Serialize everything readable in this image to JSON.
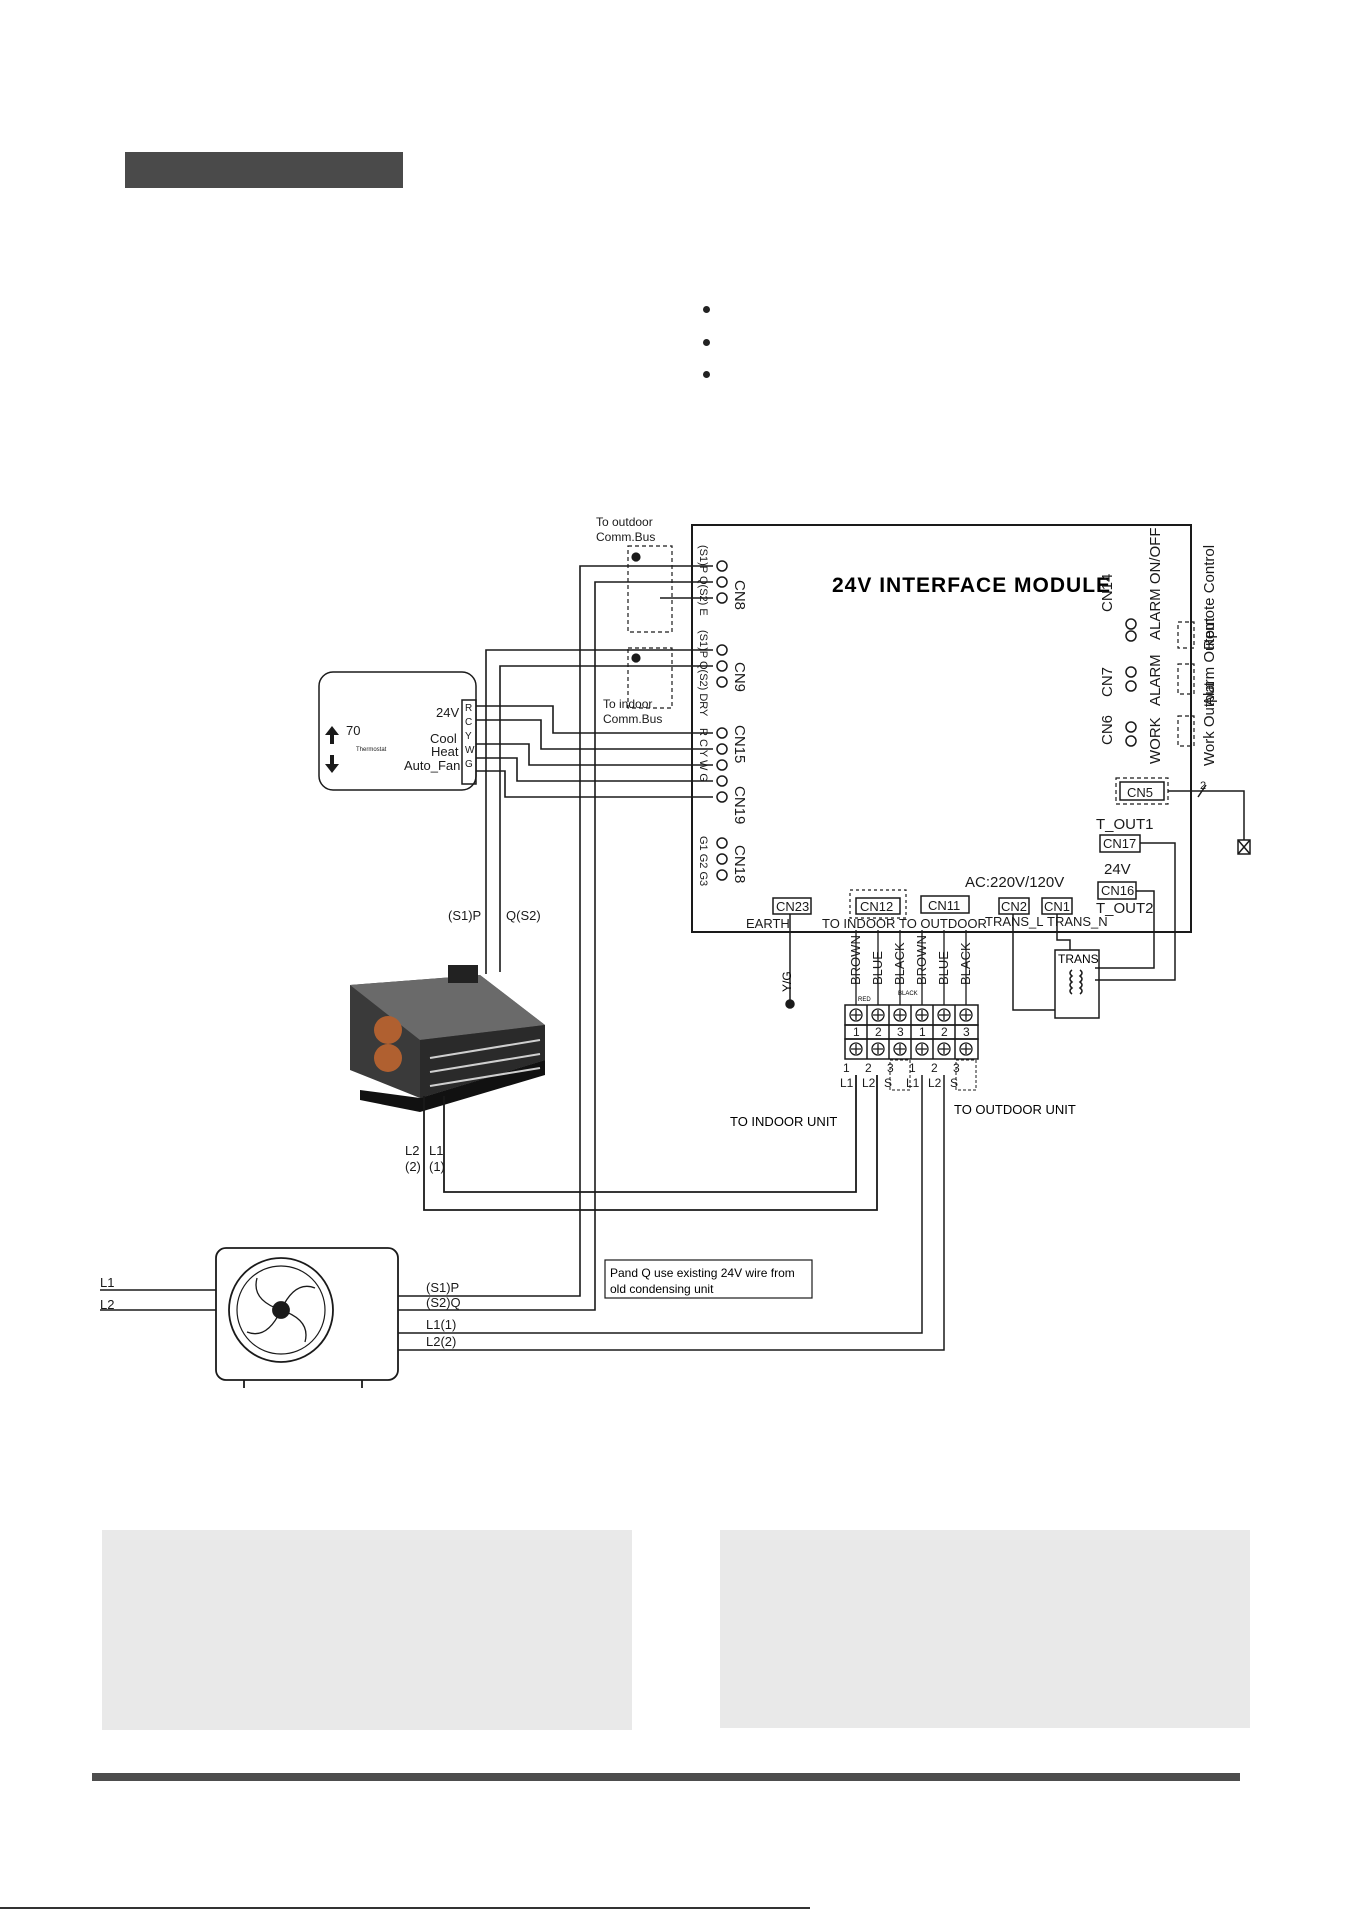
{
  "module": {
    "title": "24V INTERFACE MODULE"
  },
  "connectors": {
    "cn8": "CN8",
    "cn9": "CN9",
    "cn15": "CN15",
    "cn19": "CN19",
    "cn18": "CN18",
    "cn14": "CN14",
    "cn7": "CN7",
    "cn6": "CN6",
    "cn5": "CN5",
    "cn17": "CN17",
    "cn16": "CN16",
    "cn23": "CN23",
    "cn12": "CN12",
    "cn11": "CN11",
    "cn2": "CN2",
    "cn1": "CN1"
  },
  "pins": {
    "cn8": "(S1)P Q(S2) E",
    "cn9": "(S1)P Q(S2) DRY",
    "cn15": "R  C  Y  W  G",
    "cn18": "G1 G2 G3"
  },
  "outputs": {
    "alarm_onoff": "ALARM ON/OFF",
    "alarm": "ALARM",
    "work": "WORK",
    "remote_control": "Remote  Control",
    "alarm_output": "Alarm  Output",
    "work_output": "Work  Output",
    "t_out1": "T_OUT1",
    "t_out2": "T_OUT2",
    "v24": "24V",
    "ac": "AC:220V/120V",
    "cn5_wires": "2"
  },
  "bottom_labels": {
    "earth": "EARTH",
    "to_indoor": "TO INDOOR",
    "to_outdoor": "TO OUTDOOR",
    "trans_l": "TRANS_L",
    "trans_n": "TRANS_N",
    "trans": "TRANS",
    "yg": "Y/G"
  },
  "wire_colors": [
    "BROWN",
    "BLUE",
    "BLACK",
    "BROWN",
    "BLUE",
    "BLACK"
  ],
  "terminal_tags": {
    "red": "RED",
    "black": "BLACK"
  },
  "terminal_numbers": [
    "1",
    "2",
    "3",
    "1",
    "2",
    "3"
  ],
  "terminal_bottom": {
    "nums": [
      "1",
      "2",
      "3",
      "1",
      "2",
      "3"
    ],
    "names": [
      "L1",
      "L2",
      "S",
      "L1",
      "L2",
      "S"
    ]
  },
  "bus": {
    "to_outdoor": "To outdoor",
    "to_outdoor_2": "Comm.Bus",
    "to_indoor": "To indoor",
    "to_indoor_2": "Comm.Bus"
  },
  "thermostat": {
    "value": "70",
    "brand": "Thermostat",
    "v24": "24V",
    "cool": "Cool",
    "heat": "Heat",
    "auto_fan": "Auto_Fan",
    "terminals": [
      "R",
      "C",
      "Y",
      "W",
      "G"
    ]
  },
  "indoor_unit": {
    "s1p": "(S1)P",
    "qs2": "Q(S2)",
    "l2": "L2",
    "l1": "L1",
    "l2n": "(2)",
    "l1n": "(1)"
  },
  "units": {
    "to_indoor_unit": "TO INDOOR UNIT",
    "to_outdoor_unit": "TO OUTDOOR UNIT"
  },
  "outdoor_unit": {
    "supply_l1": "L1",
    "supply_l2": "L2",
    "terminals": [
      "(S1)P",
      "(S2)Q",
      "L1(1)",
      "L2(2)"
    ]
  },
  "note": {
    "line1": "Pand Q use existing 24V wire from",
    "line2": "old condensing unit"
  }
}
